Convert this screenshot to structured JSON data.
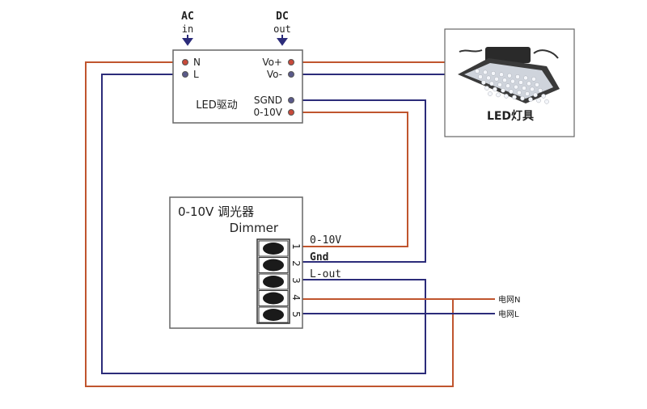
{
  "driver": {
    "top_labels": {
      "ac": "AC",
      "ac_sub": "in",
      "dc": "DC",
      "dc_sub": "out"
    },
    "title": "LED驱动",
    "terminals": {
      "n": "N",
      "l": "L",
      "vo_plus": "Vo+",
      "vo_minus": "Vo-",
      "sgnd": "SGND",
      "v010": "0-10V"
    }
  },
  "fixture": {
    "label": "LED灯具"
  },
  "dimmer": {
    "title": "0-10V 调光器",
    "subtitle": "Dimmer",
    "pin_numbers": [
      "1",
      "2",
      "3",
      "4",
      "5"
    ],
    "pin_labels": [
      "0-10V",
      "Gnd",
      "L-out"
    ]
  },
  "mains": {
    "n": "电网N",
    "l": "电网L"
  },
  "colors": {
    "red_wire": "#c0552e",
    "blue_wire": "#2c2c7a",
    "terminal": "#c84a3a",
    "box_border": "#555555"
  },
  "icons": {
    "arrow": "down-arrow-icon",
    "fixture": "led-fixture-icon"
  }
}
